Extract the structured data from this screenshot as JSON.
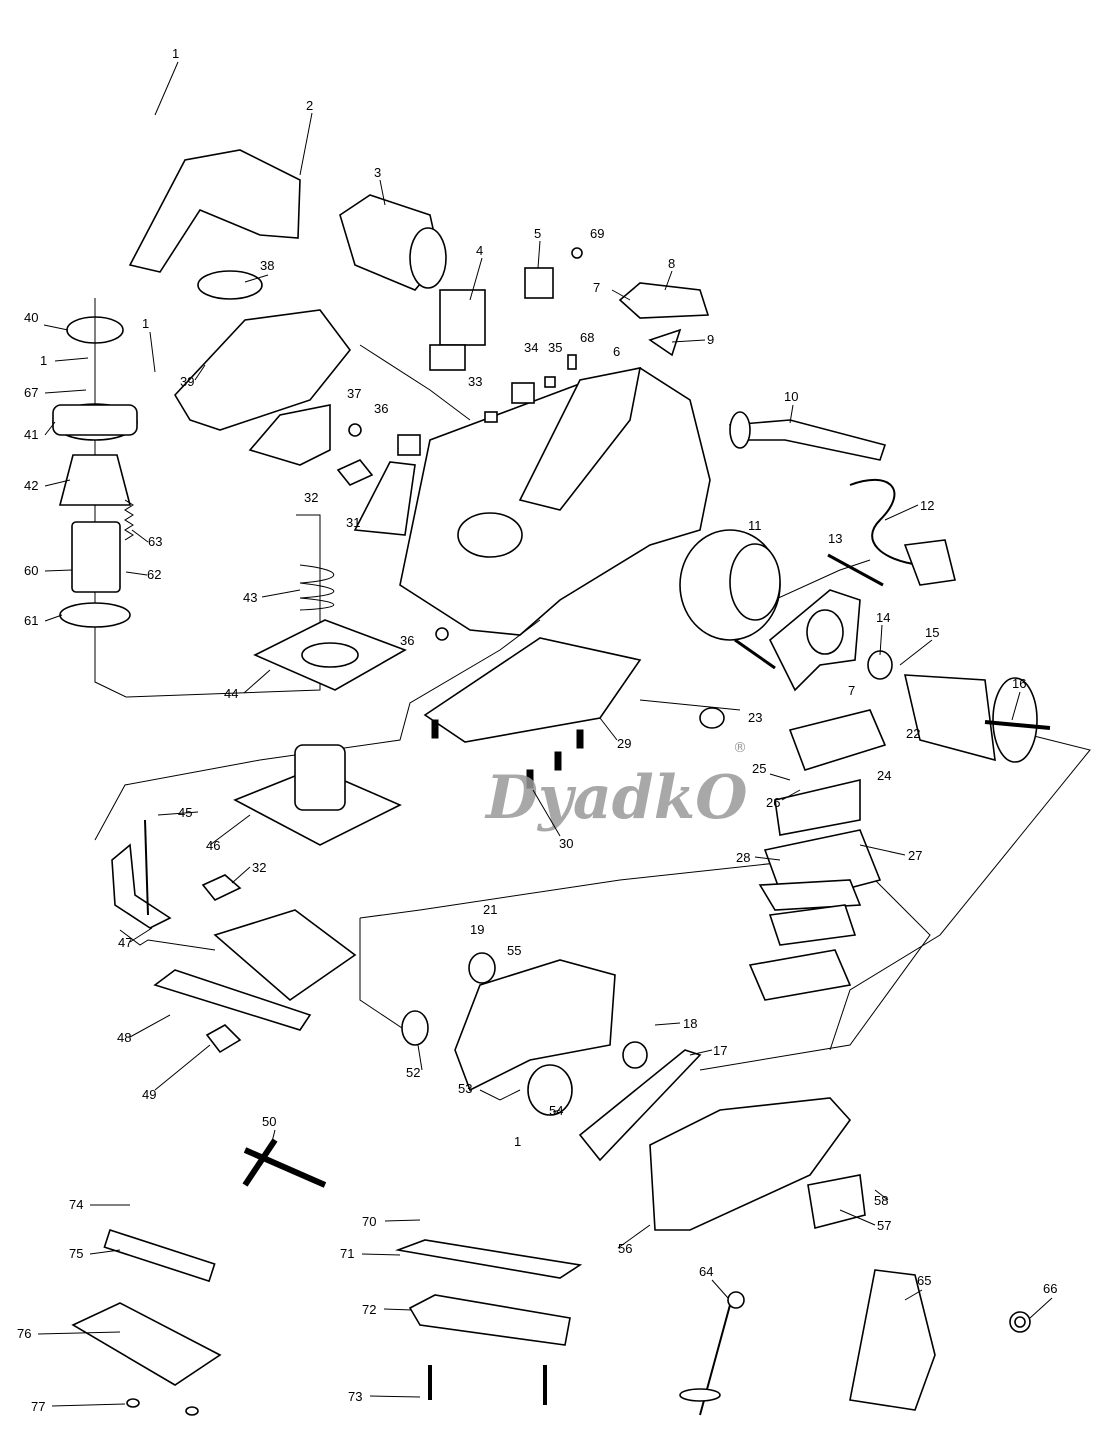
{
  "diagram": {
    "type": "exploded parts diagram",
    "watermark": "DyadkO",
    "watermark_mark": "®",
    "labels": [
      "1",
      "2",
      "3",
      "4",
      "5",
      "69",
      "8",
      "7",
      "9",
      "38",
      "40",
      "1",
      "67",
      "41",
      "42",
      "60",
      "61",
      "63",
      "62",
      "1",
      "39",
      "34",
      "35",
      "68",
      "6",
      "33",
      "37",
      "36",
      "10",
      "12",
      "32",
      "31",
      "11",
      "13",
      "43",
      "14",
      "15",
      "36",
      "44",
      "7",
      "16",
      "23",
      "22",
      "29",
      "25",
      "24",
      "26",
      "30",
      "45",
      "46",
      "27",
      "28",
      "32",
      "47",
      "21",
      "19",
      "55",
      "18",
      "17",
      "48",
      "52",
      "53",
      "49",
      "54",
      "1",
      "50",
      "58",
      "57",
      "56",
      "74",
      "70",
      "75",
      "71",
      "64",
      "65",
      "66",
      "76",
      "72",
      "73",
      "77"
    ]
  }
}
